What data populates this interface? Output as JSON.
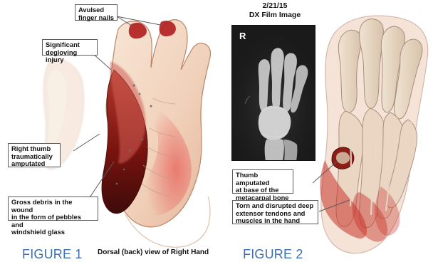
{
  "figure1": {
    "label_avulsed": "Avulsed\nfinger nails",
    "label_degloving": "Significant\ndegloving injury",
    "label_thumb": "Right thumb\ntraumatically\namputated",
    "label_debris": "Gross debris in the wound\nin the form of pebbles and\nwindshield glass",
    "caption": "FIGURE 1",
    "subcaption": "Dorsal (back) view of Right Hand"
  },
  "figure2": {
    "date": "2/21/15",
    "film_title": "DX Film Image",
    "marker": "R",
    "label_thumb_amputated": "Thumb amputated\nat base of the\nmetacarpal bone",
    "label_tendons": "Torn and disrupted deep\nextensor tendons and\nmuscles in the hand",
    "caption": "FIGURE 2"
  },
  "colors": {
    "caption_blue": "#3b6fb0",
    "skin": "#f3d9c1",
    "wound": "#8b1a12",
    "bone": "#efe7d9",
    "xray_bg": "#1f1f1f",
    "xray_bone": "#d9d9d9"
  }
}
